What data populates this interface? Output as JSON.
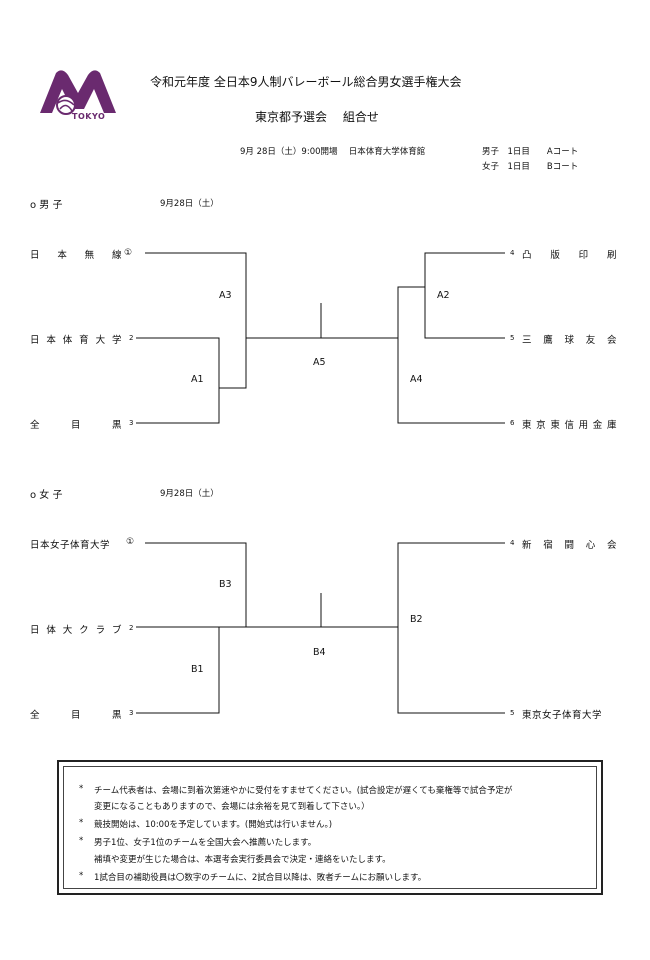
{
  "header": {
    "title_line1": "令和元年度 全日本9人制バレーボール総合男女選手権大会",
    "title_line2": "東京都予選会　 組合せ",
    "date_venue": "9月 28日（土）9:00開場　 日本体育大学体育館",
    "court_men": "男子　1日目　　Aコート",
    "court_women": "女子　1日目　　Bコート",
    "logo_text": "TOKYO"
  },
  "men": {
    "label": "o 男 子",
    "date": "9月28日（土）",
    "left_teams": [
      {
        "name": "日本無線①",
        "chars": [
          "日",
          "本",
          "無",
          "線"
        ],
        "num": "①"
      },
      {
        "name": "日本体育大学",
        "chars": [
          "日",
          "本",
          "体",
          "育",
          "大",
          "学"
        ],
        "num": "2"
      },
      {
        "name": "全目黒",
        "chars": [
          "全",
          "",
          "目",
          "",
          "黒"
        ],
        "num": "3"
      }
    ],
    "right_teams": [
      {
        "num": "4",
        "chars": [
          "凸",
          "版",
          "印",
          "刷"
        ]
      },
      {
        "num": "5",
        "chars": [
          "三",
          "鷹",
          "球",
          "友",
          "会"
        ]
      },
      {
        "num": "6",
        "chars": [
          "東",
          "京",
          "東",
          "信",
          "用",
          "金",
          "庫"
        ]
      }
    ],
    "matches": {
      "a1": "A1",
      "a2": "A2",
      "a3": "A3",
      "a4": "A4",
      "a5": "A5"
    }
  },
  "women": {
    "label": "o 女 子",
    "date": "9月28日（土）",
    "left_teams": [
      {
        "chars": [
          "日本女子体育大学"
        ],
        "num": "①"
      },
      {
        "chars": [
          "日",
          "体",
          "大",
          "ク",
          "ラ",
          "ブ"
        ],
        "num": "2"
      },
      {
        "chars": [
          "全",
          "",
          "目",
          "",
          "黒"
        ],
        "num": "3"
      }
    ],
    "right_teams": [
      {
        "num": "4",
        "chars": [
          "新",
          "宿",
          "闘",
          "心",
          "会"
        ]
      },
      {
        "num": "5",
        "chars": [
          "東京女子体育大学"
        ]
      }
    ],
    "matches": {
      "b1": "B1",
      "b2": "B2",
      "b3": "B3",
      "b4": "B4"
    }
  },
  "notes": [
    {
      "bullet": "*",
      "text": "チーム代表者は、会場に到着次第速やかに受付をすませてください。(試合設定が遅くても棄権等で試合予定が"
    },
    {
      "bullet": "",
      "text": "変更になることもありますので、会場には余裕を見て到着して下さい。）"
    },
    {
      "bullet": "*",
      "text": "競技開始は、10:00を予定しています。(開始式は行いません。)"
    },
    {
      "bullet": "*",
      "text": "男子1位、女子1位のチームを全国大会へ推薦いたします。"
    },
    {
      "bullet": "",
      "text": "補填や変更が生じた場合は、本選考会実行委員会で決定・連絡をいたします。"
    },
    {
      "bullet": "*",
      "text": "1試合目の補助役員は〇数字のチームに、2試合目以降は、敗者チームにお願いします。"
    }
  ]
}
